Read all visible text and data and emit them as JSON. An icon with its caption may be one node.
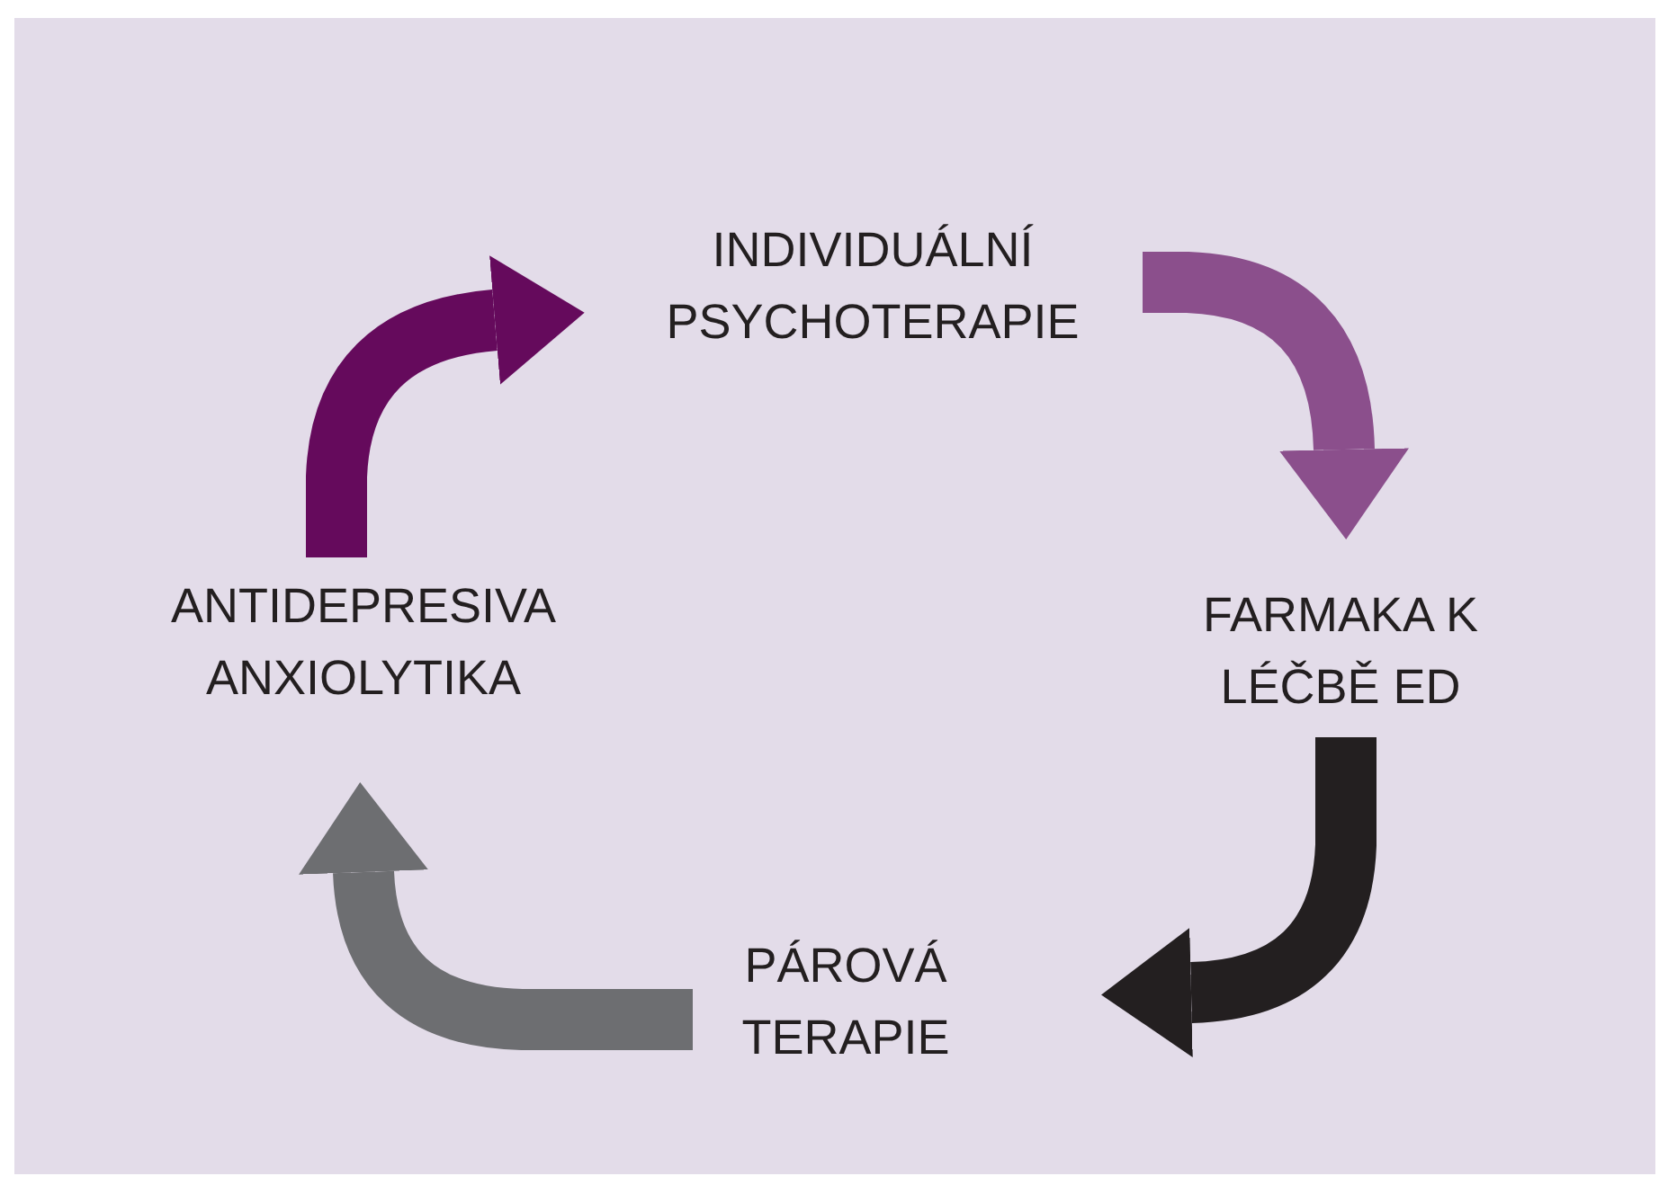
{
  "diagram": {
    "nodes": [
      {
        "text": [
          "INDIVIDUÁLNÍ PSYCHOTERAPIE"
        ]
      },
      {
        "text": [
          "FARMAKA K LÉČBĚ ED"
        ]
      },
      {
        "text": [
          "PÁROVÁ TERAPIE"
        ]
      },
      {
        "text": [
          "ANTIDEPRESIVA ANXIOLYTIKA"
        ]
      }
    ],
    "edges": [
      {
        "from": 0,
        "to": 1,
        "arrow": "to",
        "color": "#8b4f8c"
      },
      {
        "from": 1,
        "to": 2,
        "arrow": "to",
        "color": "#231f20"
      },
      {
        "from": 2,
        "to": 3,
        "arrow": "to",
        "color": "#6d6e71"
      },
      {
        "from": 3,
        "to": 0,
        "arrow": "to",
        "color": "#650a5c"
      }
    ]
  }
}
